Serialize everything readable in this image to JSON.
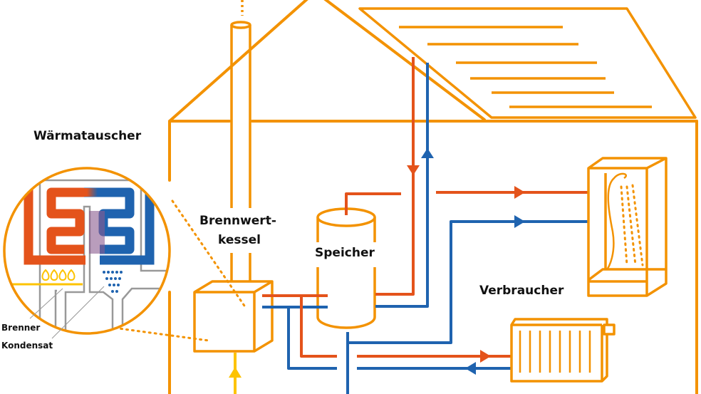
{
  "labels": {
    "heat_exchanger": "Wärmatauscher",
    "burner": "Brenner",
    "condensate": "Kondensat",
    "boiler_line1": "Brennwert-",
    "boiler_line2": "kessel",
    "storage": "Speicher",
    "consumers": "Verbraucher"
  },
  "colors": {
    "structure": "#F39200",
    "hot": "#E4531B",
    "cold": "#1F63AF",
    "gas": "#FDC300",
    "inner": "#999999"
  }
}
